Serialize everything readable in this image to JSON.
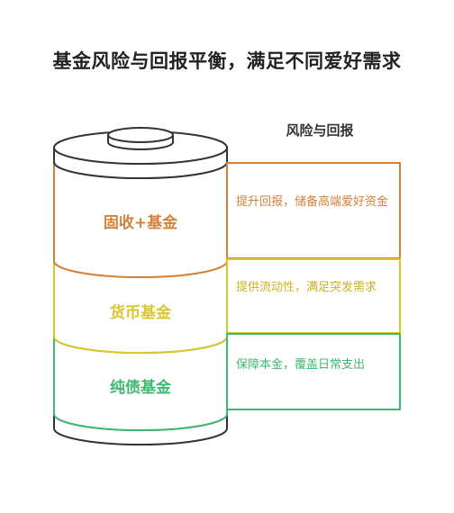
{
  "title": "基金风险与回报平衡，满足不同爱好需求",
  "subtitle": "风险与回报",
  "layers": [
    {
      "label": "固收+基金",
      "description": "提升回报，储备高端爱好资金",
      "color": "#d4813a"
    },
    {
      "label": "货币基金",
      "description": "提供流动性，满足突发需求",
      "color": "#d9c52c"
    },
    {
      "label": "纯债基金",
      "description": "保障本金，覆盖日常支出",
      "color": "#3fb871"
    }
  ],
  "outline_color": "#333333"
}
